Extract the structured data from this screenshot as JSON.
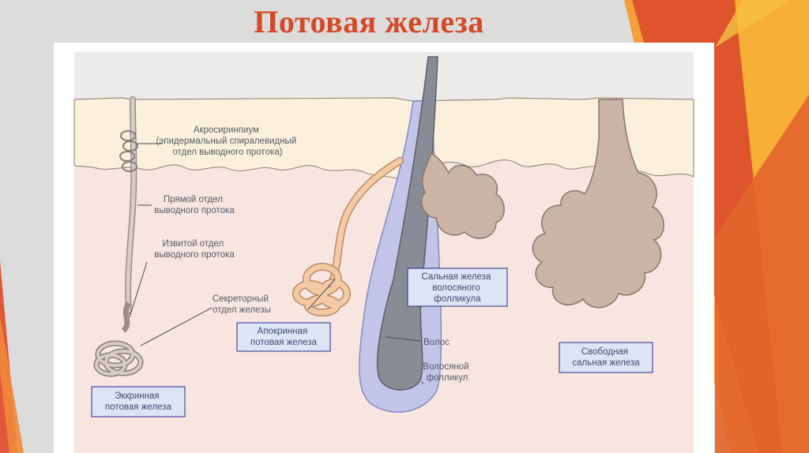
{
  "slide": {
    "title": "Потовая железа",
    "accent_color": "#d6482a"
  },
  "diagram": {
    "labels": {
      "acrosyringium": [
        "Акросиринпиум",
        "(эпидермальный спиралевидный",
        "отдел выводного протока)"
      ],
      "straight_duct": [
        "Прямой отдел",
        "выводного протока"
      ],
      "coiled_duct": [
        "Извитой отдел",
        "выводного протока"
      ],
      "secretory_part": [
        "Секреторный",
        "отдел железы"
      ],
      "hair": [
        "Волос"
      ],
      "hair_follicle": [
        "Волосяной",
        "фолликул"
      ]
    },
    "boxes": {
      "eccrine_gland": [
        "Эккринная",
        "потовая железа"
      ],
      "apocrine_gland": [
        "Апокринная",
        "потовая железа"
      ],
      "follicle_sebaceous": [
        "Сальная железа",
        "волосяного",
        "фолликула"
      ],
      "free_sebaceous": [
        "Свободная",
        "сальная железа"
      ]
    },
    "colors": {
      "dermis": "#f7e6e0",
      "epidermis": "#faf0dc",
      "sebaceous": "#c9b4a6",
      "apocrine": "#f3caa4",
      "hair": "#888c94",
      "follicle": "#c2c4e8",
      "eccrine": "#d6ccc8",
      "label_box_fill": "#dde5f5",
      "label_box_border": "#2b2b8a"
    }
  }
}
